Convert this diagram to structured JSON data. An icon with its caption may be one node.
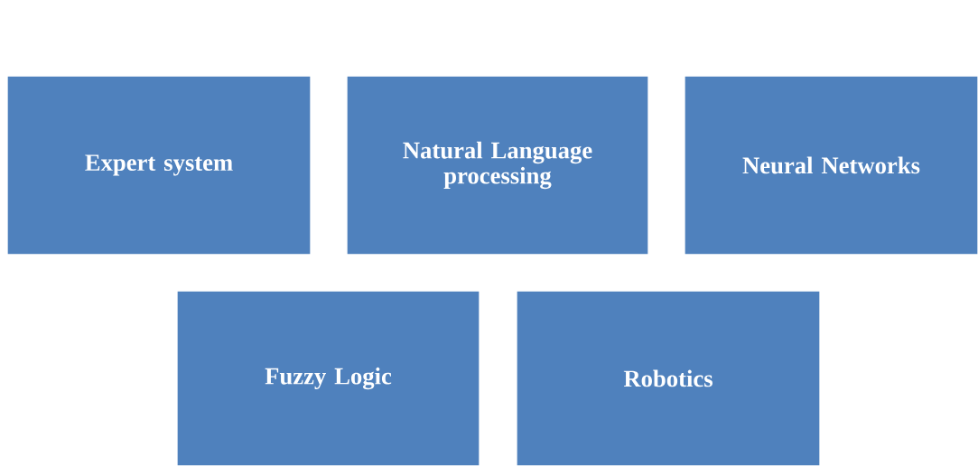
{
  "diagram": {
    "nodes": [
      {
        "text": [
          "Expert system"
        ]
      },
      {
        "text": [
          "Natural Language processing"
        ]
      },
      {
        "text": [
          "Neural Networks"
        ]
      },
      {
        "text": [
          "Fuzzy Logic"
        ]
      },
      {
        "text": [
          "Robotics"
        ]
      }
    ]
  }
}
